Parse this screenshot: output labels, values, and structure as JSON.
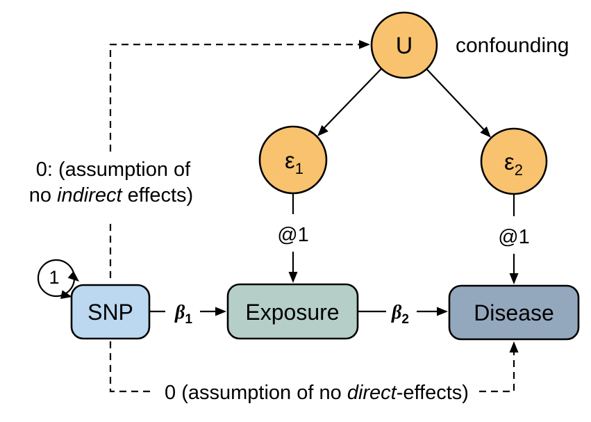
{
  "diagram": {
    "title_hint": "Mendelian randomization path diagram",
    "colors": {
      "circle_fill": "#F9C26F",
      "snp_fill": "#BBD8F0",
      "exposure_fill": "#B5CEC8",
      "disease_fill": "#94A8BD",
      "line": "#000000"
    },
    "nodes": {
      "u": {
        "label": "U"
      },
      "eps1": {
        "base": "ε",
        "sub": "1"
      },
      "eps2": {
        "base": "ε",
        "sub": "2"
      },
      "snp": {
        "label": "SNP"
      },
      "exposure": {
        "label": "Exposure"
      },
      "disease": {
        "label": "Disease"
      }
    },
    "labels": {
      "confounding": "confounding",
      "at1_exposure": "@1",
      "at1_disease": "@1",
      "beta1": {
        "base": "β",
        "sub": "1"
      },
      "beta2": {
        "base": "β",
        "sub": "2"
      },
      "snp_variance": "1",
      "indirect_line1": "0: (assumption of",
      "indirect_line2_pre": "no ",
      "indirect_line2_italic": "indirect",
      "indirect_line2_post": " effects)",
      "direct_pre": "0 (assumption of no ",
      "direct_italic": "direct",
      "direct_post": "-effects)"
    }
  }
}
